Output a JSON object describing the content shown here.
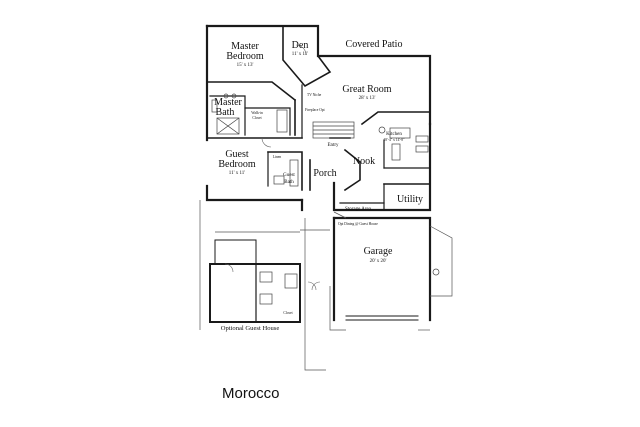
{
  "plan_name": "Morocco",
  "rooms": {
    "master_bedroom": {
      "name_line1": "Master",
      "name_line2": "Bedroom",
      "size": "15' x 13'"
    },
    "den": {
      "name": "Den",
      "size": "11' x 11'"
    },
    "covered_patio": {
      "name": "Covered Patio"
    },
    "great_room": {
      "name": "Great Room",
      "size": "28' x 13'"
    },
    "master_bath": {
      "name_line1": "Master",
      "name_line2": "Bath"
    },
    "walk_in_closet": {
      "name_line1": "Walk-in",
      "name_line2": "Closet"
    },
    "tv_niche": {
      "name": "TV Niche"
    },
    "fireplace_opt": {
      "name": "Fireplace Opt"
    },
    "kitchen": {
      "name": "Kitchen",
      "size": "18'-4\" x 14'-8\""
    },
    "entry": {
      "name": "Entry"
    },
    "nook": {
      "name": "Nook"
    },
    "guest_bedroom": {
      "name_line1": "Guest",
      "name_line2": "Bedroom",
      "size": "11' x 11'"
    },
    "linen": {
      "name": "Linen"
    },
    "guest_bath": {
      "name_line1": "Guest",
      "name_line2": "Bath"
    },
    "porch": {
      "name": "Porch"
    },
    "storage_area": {
      "name": "Storage Area"
    },
    "utility": {
      "name": "Utility"
    },
    "guest_house_note": {
      "name": "Opt Dining @ Guest House"
    },
    "garage": {
      "name": "Garage",
      "size": "20' x 20'"
    },
    "closet": {
      "name": "Closet"
    },
    "optional_guest_house": {
      "name": "Optional Guest House"
    }
  }
}
